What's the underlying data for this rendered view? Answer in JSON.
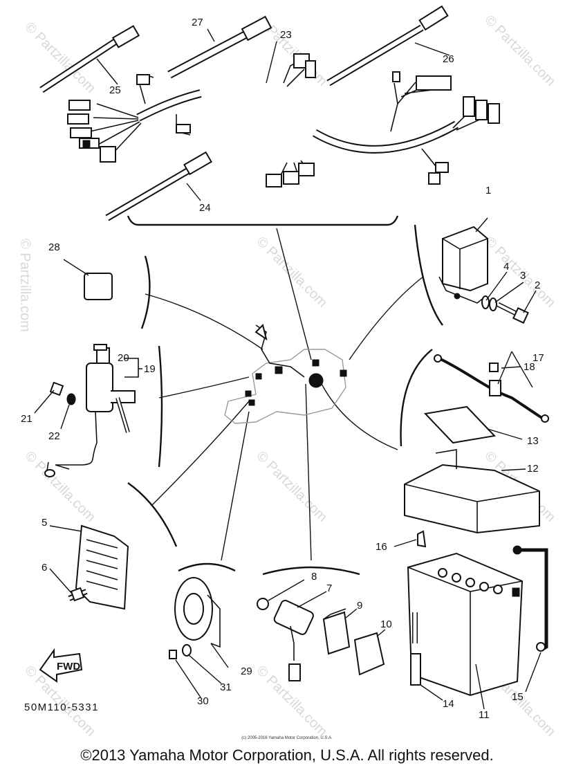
{
  "watermark": "© Partzilla.com",
  "drawing_code": "50M110-5331",
  "fwd_label": "FWD",
  "callouts": [
    "1",
    "2",
    "3",
    "4",
    "5",
    "6",
    "7",
    "8",
    "9",
    "10",
    "11",
    "12",
    "13",
    "14",
    "15",
    "16",
    "17",
    "18",
    "19",
    "20",
    "21",
    "22",
    "23",
    "24",
    "25",
    "26",
    "27",
    "28",
    "29",
    "30",
    "31"
  ],
  "footer": {
    "small_copyright": "(c) 2005-2016 Yamaha Motor Corporation, U.S.A.",
    "copyright": "©2013 Yamaha Motor Corporation, U.S.A. All rights reserved."
  }
}
